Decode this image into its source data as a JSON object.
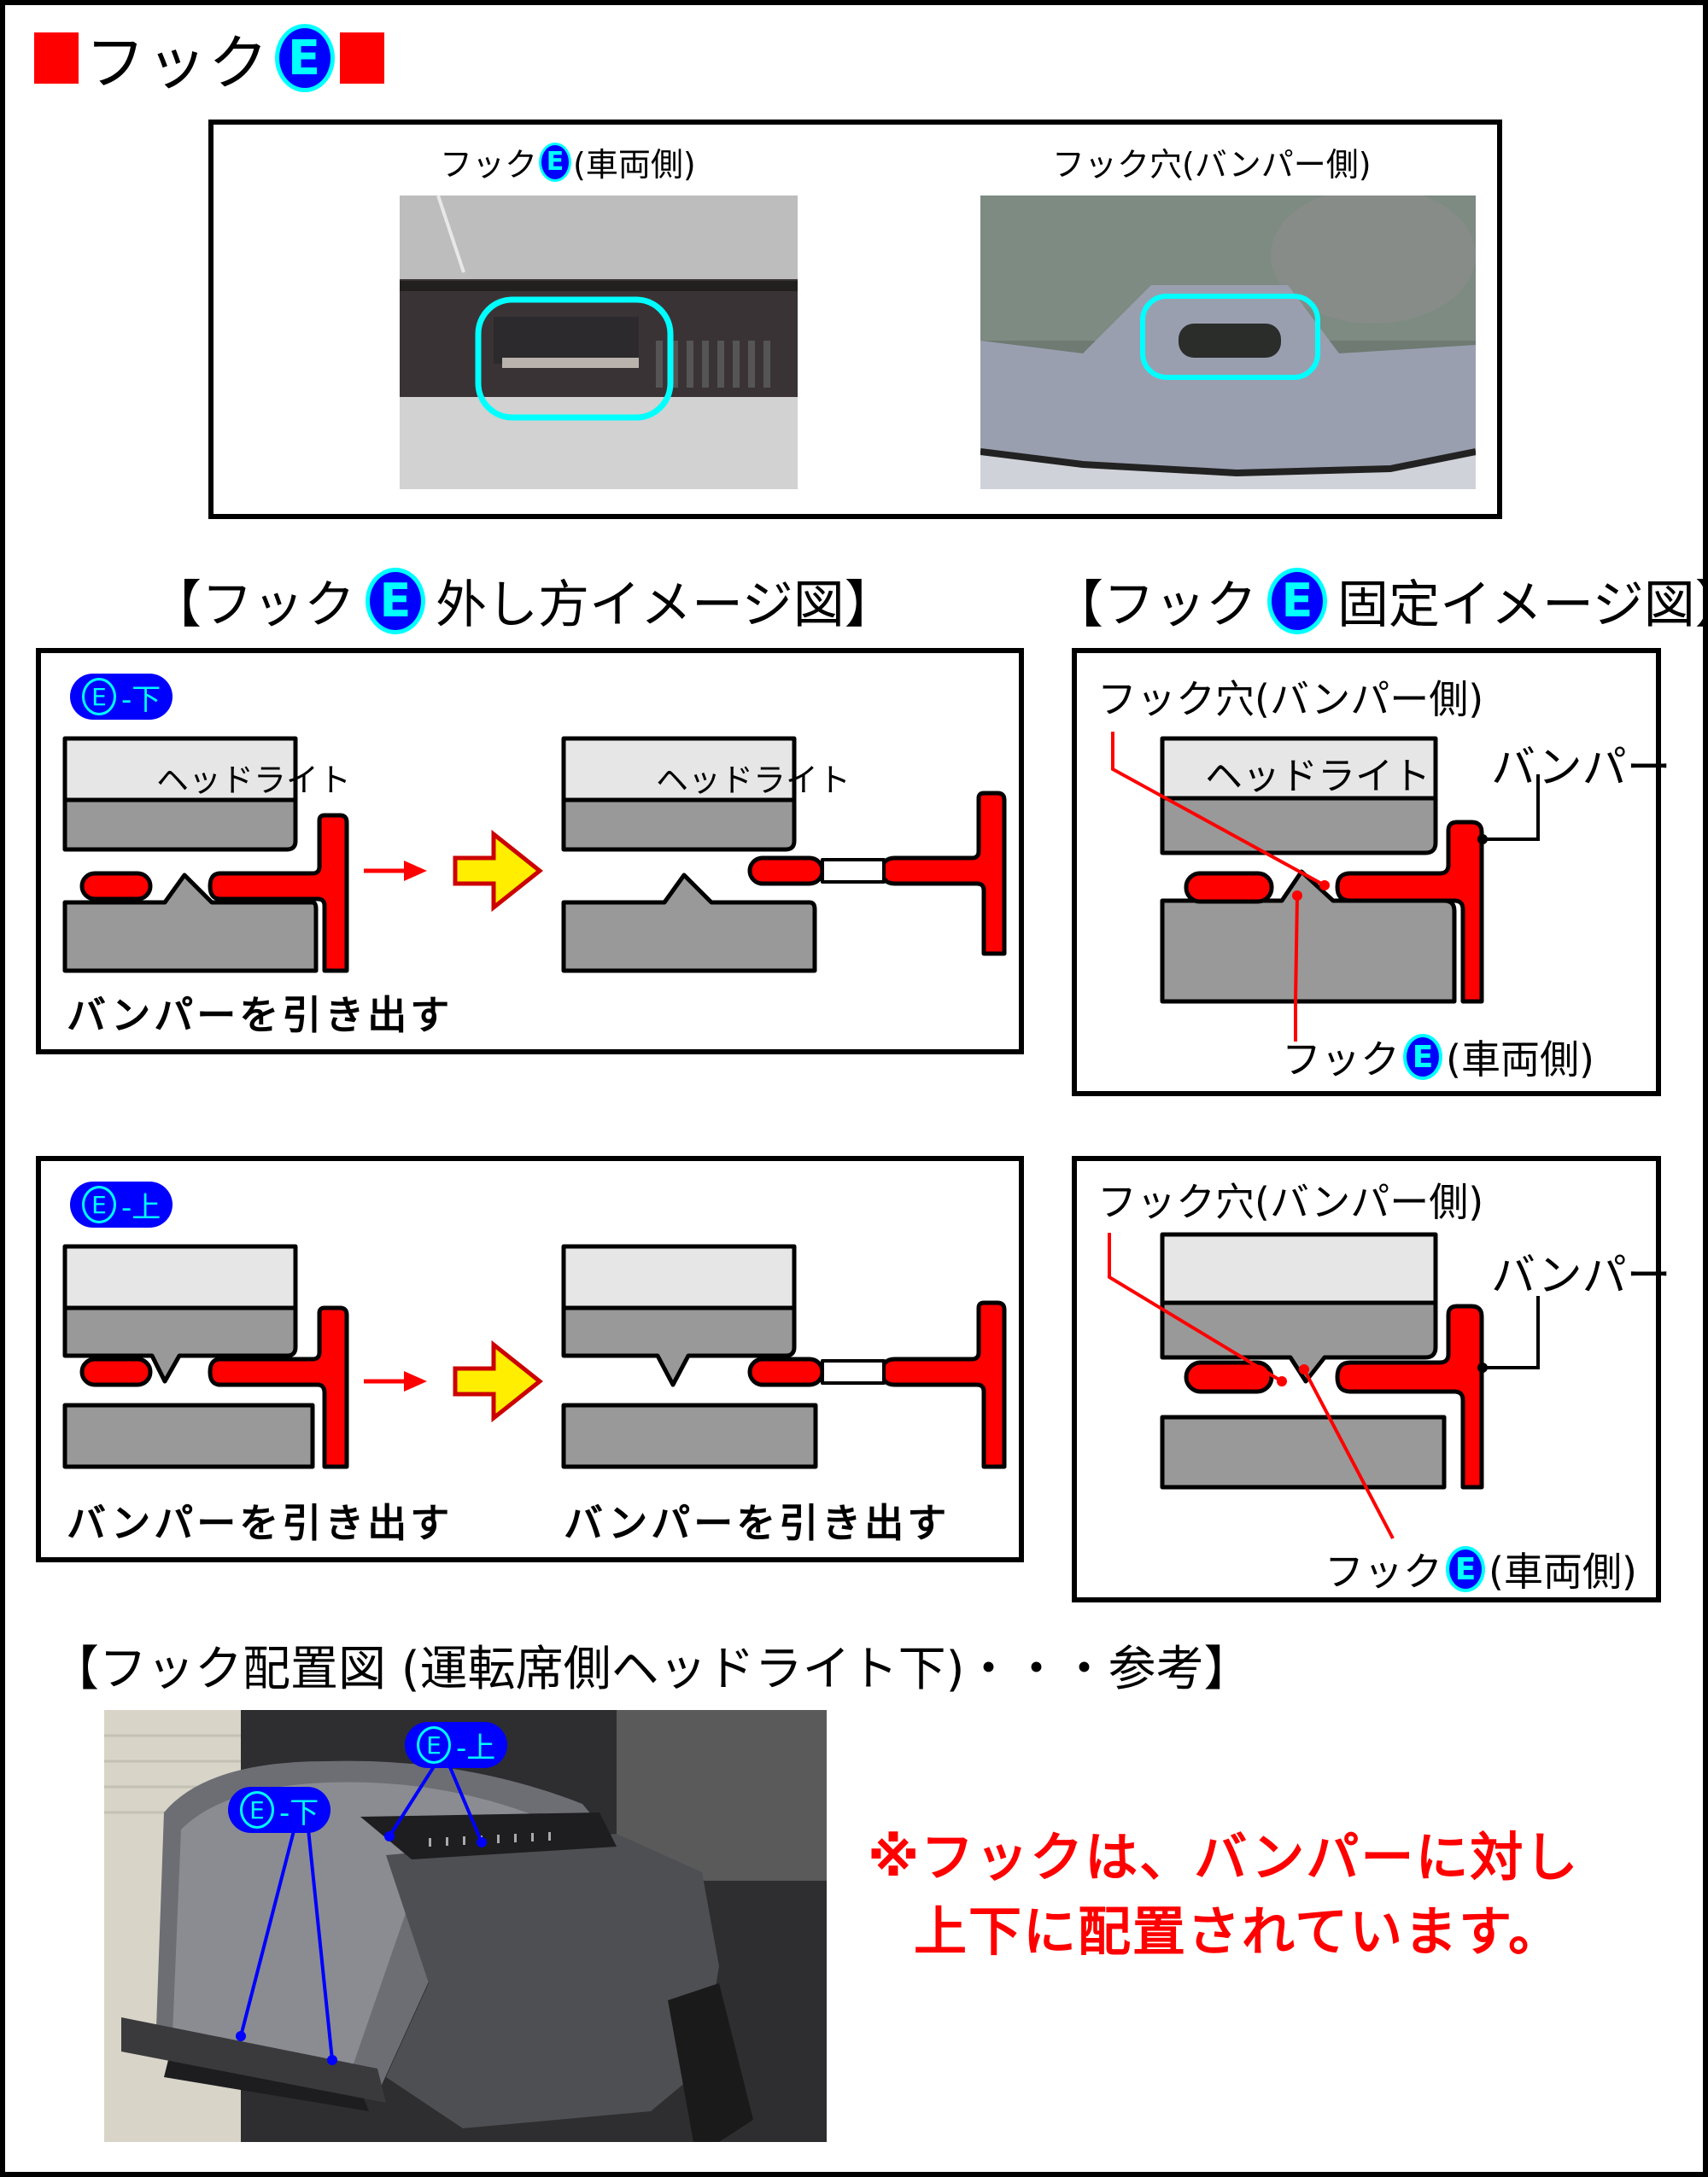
{
  "page": {
    "title": {
      "prefix_square": "■",
      "text": "フック",
      "badge": "E",
      "suffix_square": "■"
    },
    "photos": {
      "left_label": {
        "text": "フック",
        "badge": "E",
        "suffix": "(車両側)"
      },
      "right_label": {
        "text": "フック穴(バンパー側)"
      },
      "left_photo_alt": "hook-closeup-photo",
      "right_photo_alt": "hook-hole-closeup-photo"
    },
    "headings": {
      "removal": {
        "open": "【フック",
        "badge": "E",
        "close": "外し方イメージ図】"
      },
      "fixing": {
        "open": "【フック",
        "badge": "E",
        "close": "固定イメージ図】"
      },
      "layout": "【フック配置図 (運転席側ヘッドライト下)・・・参考】"
    },
    "removal_panels": [
      {
        "tag": {
          "badge": "E",
          "suffix": "-下"
        },
        "headlight_label": "ヘッドライト",
        "headlight_label_after": "ヘッドライト",
        "caption_left": "バンパーを引き出す",
        "caption_right": ""
      },
      {
        "tag": {
          "badge": "E",
          "suffix": "-上"
        },
        "headlight_label": "",
        "headlight_label_after": "",
        "caption_left": "バンパーを引き出す",
        "caption_right": "バンパーを引き出す"
      }
    ],
    "fixing_panels": [
      {
        "hole_label": "フック穴(バンパー側)",
        "bumper_label": "バンパー",
        "headlight_label": "ヘッドライト",
        "hook_label": {
          "text": "フック",
          "badge": "E",
          "suffix": "(車両側)"
        }
      },
      {
        "hole_label": "フック穴(バンパー側)",
        "bumper_label": "バンパー",
        "headlight_label": "",
        "hook_label": {
          "text": "フック",
          "badge": "E",
          "suffix": "(車両側)"
        }
      }
    ],
    "layout_photo": {
      "tags": [
        {
          "badge": "E",
          "suffix": "-上"
        },
        {
          "badge": "E",
          "suffix": "-下"
        }
      ]
    },
    "note": {
      "line1": "※フックは、バンパーに対し",
      "line2": "上下に配置されています。"
    },
    "colors": {
      "accent_red": "#ff0000",
      "badge_blue": "#0000ff",
      "badge_cyan": "#00ffff",
      "part_gray": "#999999",
      "headlight_light": "#e6e6e6",
      "arrow_yellow": "#ffee00"
    }
  }
}
